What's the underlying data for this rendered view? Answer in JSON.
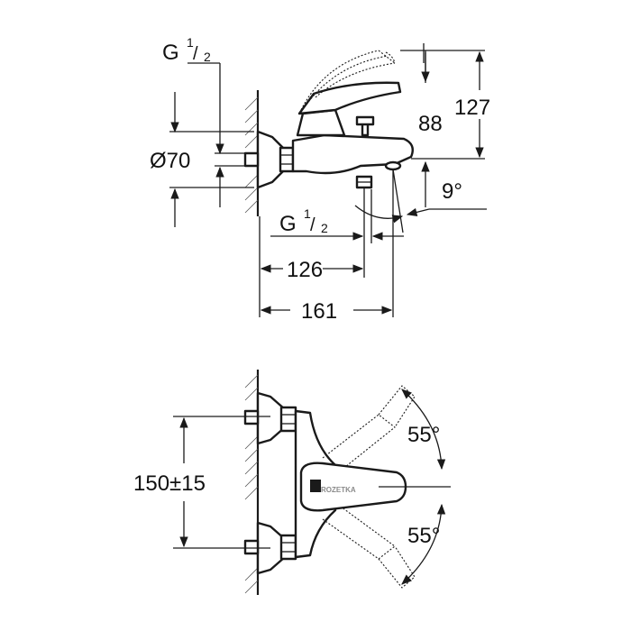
{
  "top_view": {
    "thread_inlet": {
      "g": "G",
      "num": "1",
      "den": "2"
    },
    "thread_outlet": {
      "g": "G",
      "num": "1",
      "den": "2"
    },
    "flange_diameter": "Ø70",
    "spout_height": "88",
    "overall_height": "127",
    "outlet_angle": "9°",
    "outlet_distance": "126",
    "overall_depth": "161"
  },
  "front_view": {
    "center_distance": "150±15",
    "lever_angle_up": "55°",
    "lever_angle_down": "55°"
  },
  "watermark": "ROZETKA"
}
